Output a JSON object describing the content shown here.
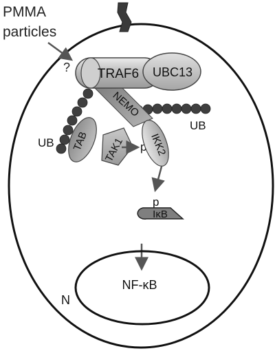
{
  "labels": {
    "pmma_line1": "PMMA",
    "pmma_line2": "particles",
    "question": "?",
    "traf6": "TRAF6",
    "ubc13": "UBC13",
    "nemo": "NEMO",
    "ub_right": "UB",
    "ub_left": "UB",
    "tab": "TAB",
    "tak1": "TAK1",
    "p_tak": "p",
    "ikk2": "IKK2",
    "p_ikb": "p",
    "ikb": "IκB",
    "nfkb": "NF-κB",
    "nucleus": "N"
  },
  "colors": {
    "outline": "#111111",
    "receptor": "#3a3a3a",
    "ubiquitin": "#3f3f3f",
    "arrow": "#555555",
    "protein_fill_light": "#d0d0d0",
    "protein_fill_dark": "#8a8a8a",
    "ikb_fill": "#7f7f7f"
  }
}
